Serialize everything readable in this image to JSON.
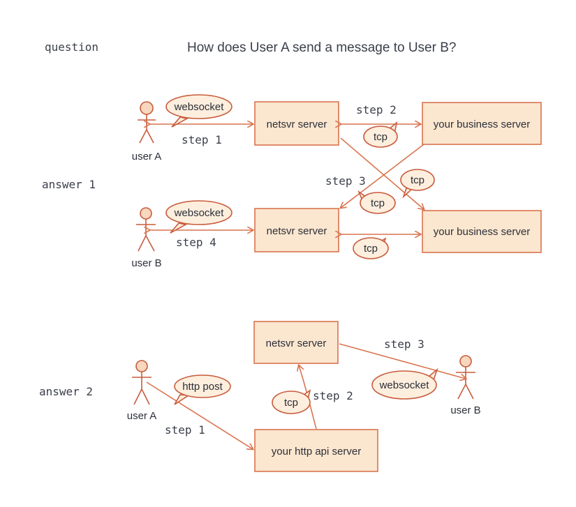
{
  "header": {
    "question_label": "question",
    "question_text": "How does User A send a message to User B?"
  },
  "answer1": {
    "label": "answer 1",
    "user_a": "user A",
    "user_b": "user B",
    "netsvr_top": "netsvr server",
    "netsvr_bottom": "netsvr server",
    "business_top": "your business server",
    "business_bottom": "your business server",
    "bubble_ws_top": "websocket",
    "bubble_ws_bottom": "websocket",
    "bubble_tcp_step2": "tcp",
    "bubble_tcp_cross_right": "tcp",
    "bubble_tcp_cross_left": "tcp",
    "bubble_tcp_bottom": "tcp",
    "step1": "step 1",
    "step2": "step 2",
    "step3": "step 3",
    "step4": "step 4"
  },
  "answer2": {
    "label": "answer 2",
    "user_a": "user A",
    "user_b": "user B",
    "netsvr": "netsvr server",
    "http_api": "your http api server",
    "bubble_http_post": "http post",
    "bubble_tcp": "tcp",
    "bubble_ws": "websocket",
    "step1": "step 1",
    "step2": "step 2",
    "step3": "step 3"
  },
  "colors": {
    "accent": "#d9744f",
    "box_fill": "#fbe6cf",
    "text": "#3b3f4a"
  }
}
